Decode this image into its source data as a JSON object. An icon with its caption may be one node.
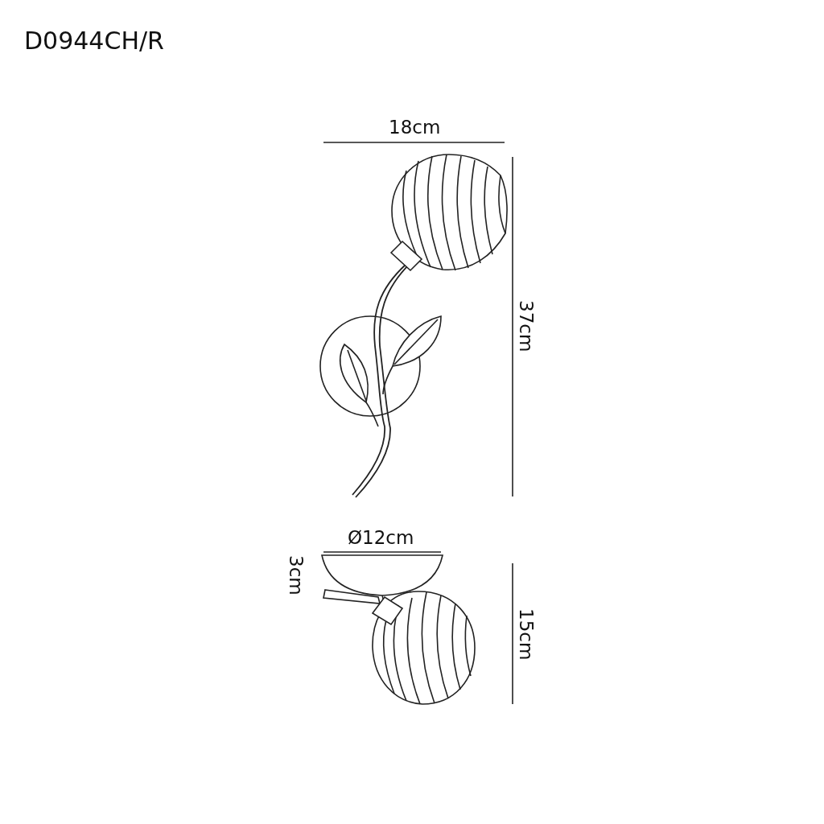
{
  "diagram": {
    "title": "D0944CH/R",
    "labels": [
      "18cm",
      "37cm",
      "Ø12cm",
      "3cm",
      "15cm"
    ]
  }
}
